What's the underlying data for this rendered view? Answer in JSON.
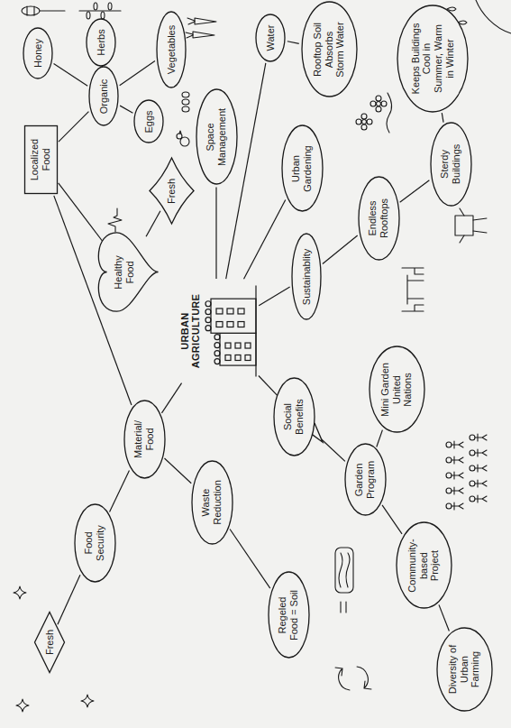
{
  "diagram": {
    "nodes": [
      {
        "text": [
          "Localized Food"
        ]
      },
      {
        "text": [
          "Organic"
        ]
      },
      {
        "text": [
          "Honey"
        ]
      },
      {
        "text": [
          "Herbs"
        ]
      },
      {
        "text": [
          "Vegetables"
        ]
      },
      {
        "text": [
          "Eggs"
        ]
      },
      {
        "text": [
          "Healthy Food"
        ]
      },
      {
        "text": [
          "Fresh"
        ]
      },
      {
        "text": [
          "Water"
        ]
      },
      {
        "text": [
          "Rooftop Soil Absorbs Storm Water"
        ]
      },
      {
        "text": [
          "Space Management"
        ]
      },
      {
        "text": [
          "Urban Gardening"
        ]
      },
      {
        "text": [
          "URBAN AGRICULTURE"
        ]
      },
      {
        "text": [
          "Material/ Food"
        ]
      },
      {
        "text": [
          "Fresh"
        ]
      },
      {
        "text": [
          "Food Security"
        ]
      },
      {
        "text": [
          "Waste Reduction"
        ]
      },
      {
        "text": [
          "Regeled Food = Soil"
        ]
      },
      {
        "text": [
          "Sustainablity"
        ]
      },
      {
        "text": [
          "Endless Rooftops"
        ]
      },
      {
        "text": [
          "Sterdy Buildings"
        ]
      },
      {
        "text": [
          "Keeps Buildings Cool in Summer, Warm in Winter"
        ]
      },
      {
        "text": [
          "Social Benefits"
        ]
      },
      {
        "text": [
          "Garden Program"
        ]
      },
      {
        "text": [
          "Mini Garden United Nations"
        ]
      },
      {
        "text": [
          "Community-based Project"
        ]
      },
      {
        "text": [
          "Diversity of Urban Farming"
        ]
      }
    ],
    "edges": [
      {
        "from": 0,
        "to": 1,
        "arrow": "none"
      },
      {
        "from": 1,
        "to": 2,
        "arrow": "none"
      },
      {
        "from": 1,
        "to": 3,
        "arrow": "none"
      },
      {
        "from": 1,
        "to": 4,
        "arrow": "none"
      },
      {
        "from": 1,
        "to": 5,
        "arrow": "none"
      },
      {
        "from": 0,
        "to": 6,
        "arrow": "none"
      },
      {
        "from": 6,
        "to": 7,
        "arrow": "none"
      },
      {
        "from": 0,
        "to": 13,
        "arrow": "none"
      },
      {
        "from": 12,
        "to": 8,
        "arrow": "none"
      },
      {
        "from": 8,
        "to": 9,
        "arrow": "none"
      },
      {
        "from": 12,
        "to": 10,
        "arrow": "none"
      },
      {
        "from": 12,
        "to": 11,
        "arrow": "none"
      },
      {
        "from": 12,
        "to": 13,
        "arrow": "none"
      },
      {
        "from": 13,
        "to": 15,
        "arrow": "none"
      },
      {
        "from": 15,
        "to": 14,
        "arrow": "none"
      },
      {
        "from": 13,
        "to": 16,
        "arrow": "none"
      },
      {
        "from": 16,
        "to": 17,
        "arrow": "none"
      },
      {
        "from": 12,
        "to": 18,
        "arrow": "none"
      },
      {
        "from": 18,
        "to": 19,
        "arrow": "none"
      },
      {
        "from": 19,
        "to": 20,
        "arrow": "none"
      },
      {
        "from": 20,
        "to": 21,
        "arrow": "none"
      },
      {
        "from": 12,
        "to": 22,
        "arrow": "none"
      },
      {
        "from": 22,
        "to": 23,
        "arrow": "none"
      },
      {
        "from": 23,
        "to": 24,
        "arrow": "none"
      },
      {
        "from": 23,
        "to": 25,
        "arrow": "none"
      },
      {
        "from": 25,
        "to": 26,
        "arrow": "none"
      }
    ]
  }
}
